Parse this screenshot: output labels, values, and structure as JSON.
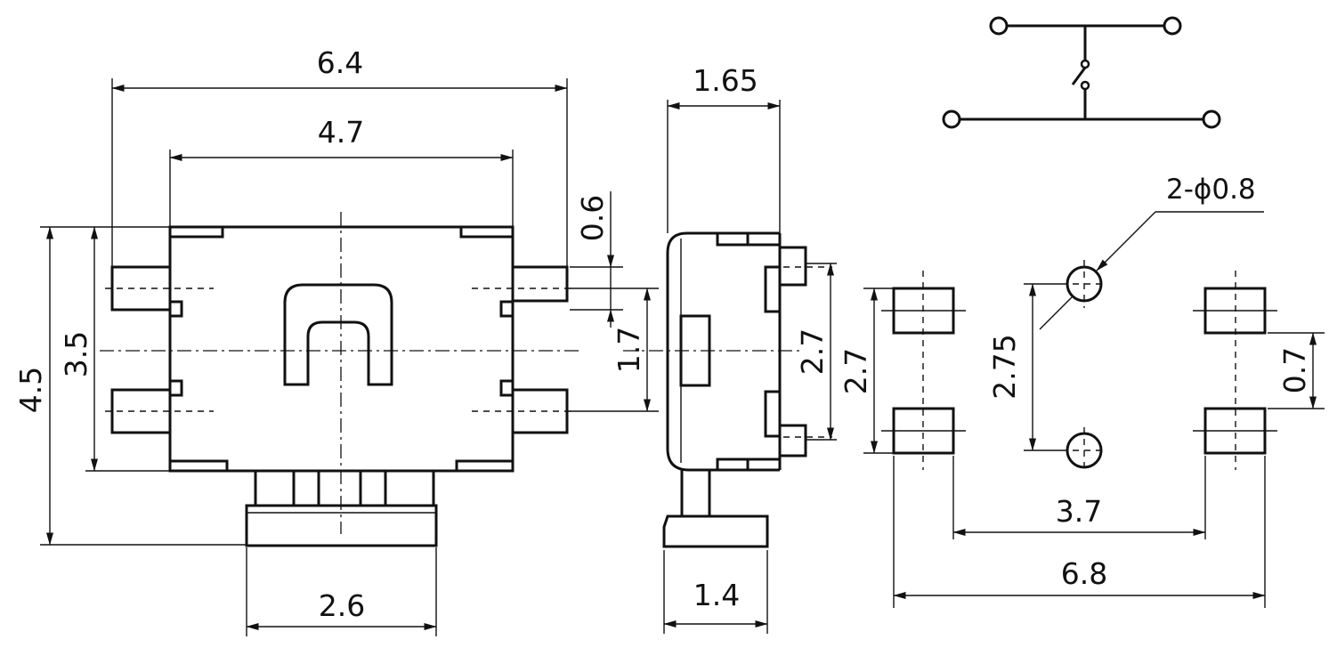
{
  "dimensions": {
    "front_total_width": "6.4",
    "front_body_width": "4.7",
    "front_total_height": "4.5",
    "front_body_height": "3.5",
    "terminal_width": "0.6",
    "terminal_pitch": "1.7",
    "actuator_width": "2.6",
    "side_depth": "1.65",
    "side_terminal_span": "2.7",
    "side_actuator_depth": "1.4",
    "pcb_pad_span_vertical": "2.7",
    "pcb_hole_pitch": "2.75",
    "pcb_hole_label": "2-ϕ0.8",
    "pcb_pad_height": "0.7",
    "pcb_inner_span": "3.7",
    "pcb_outer_span": "6.8"
  }
}
